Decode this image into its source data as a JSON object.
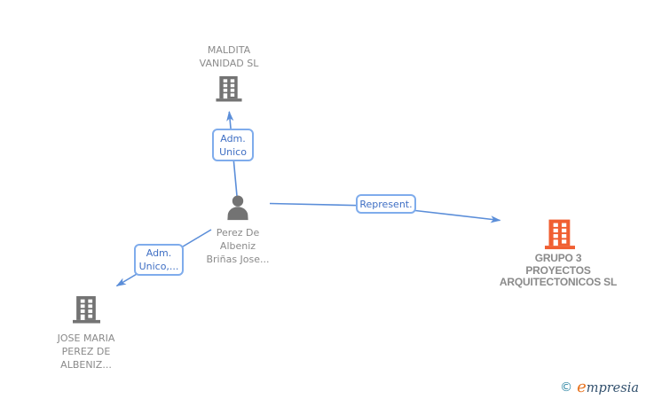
{
  "canvas": {
    "background": "#ffffff"
  },
  "palette": {
    "edge_blue": "#5b8ed9",
    "edge_box_border": "#7facec",
    "edge_box_text": "#3f6fc4",
    "node_text_gray": "#8a8a8a",
    "icon_gray": "#737373",
    "icon_orange": "#f05f32",
    "logo_copyright_teal": "#2e86a4",
    "logo_e_orange": "#e8731f",
    "logo_text_navy": "#33516e"
  },
  "nodes": {
    "maldita": {
      "icon": "building-icon",
      "lines": [
        "MALDITA",
        "VANIDAD SL"
      ]
    },
    "person": {
      "icon": "person-icon",
      "lines": [
        "Perez De",
        "Albeniz",
        "Briñas Jose..."
      ]
    },
    "grupo": {
      "icon": "building-icon",
      "lines": [
        "GRUPO 3",
        "PROYECTOS",
        "ARQUITECTONICOS SL"
      ]
    },
    "jose": {
      "icon": "building-icon",
      "lines": [
        "JOSE MARIA",
        "PEREZ DE",
        "ALBENIZ..."
      ]
    }
  },
  "edges": {
    "adm_unico": {
      "lines": [
        "Adm.",
        "Unico"
      ]
    },
    "represent": {
      "lines": [
        "Represent."
      ]
    },
    "adm_unico_2": {
      "lines": [
        "Adm.",
        "Unico,..."
      ]
    }
  },
  "footer": {
    "copyright": "©",
    "brand_e": "e",
    "brand_rest": "mpresia"
  }
}
